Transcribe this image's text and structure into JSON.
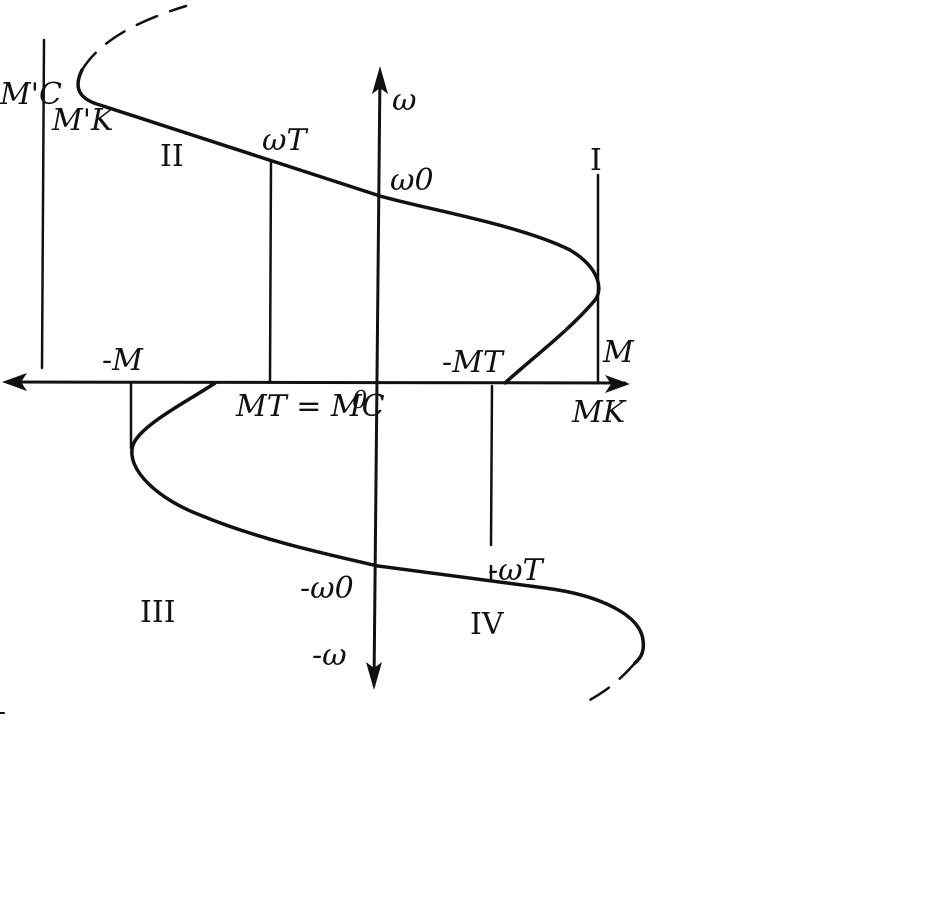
{
  "figure": {
    "axis_labels": {
      "y_pos": "ω",
      "y_neg": "-ω",
      "x_pos": "M",
      "x_neg": "-M",
      "origin": "0"
    },
    "point_labels": {
      "mc_prime": "M'C",
      "mk_prime": "M'K",
      "omega_t": "ωT",
      "omega_0": "ω0",
      "neg_mt": "-MT",
      "mt_eq_mc": "MT = MC",
      "mk": "MK",
      "neg_omega_0": "-ω0",
      "neg_omega_t": "-ωT"
    },
    "quadrants": {
      "q1": "I",
      "q2": "II",
      "q3": "III",
      "q4": "IV"
    }
  }
}
